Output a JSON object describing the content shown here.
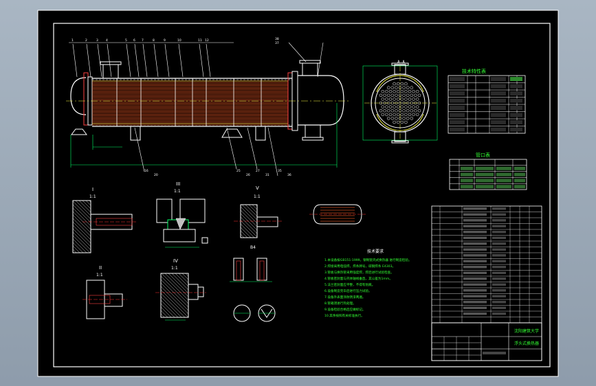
{
  "drawing": {
    "background": "#000000",
    "frame_color": "#ffffff",
    "line_color": "#ffffff",
    "tube_color": "#c84a1e",
    "dim_color": "#00ff66",
    "highlight": "#ffff44",
    "accent_red": "#ff3030",
    "text_green": "#33ff33"
  },
  "views": {
    "view_I_label": "I",
    "view_I_scale": "1:1",
    "view_II_label": "II",
    "view_II_scale": "1:1",
    "view_III_label": "III",
    "view_III_scale": "1:1",
    "view_IV_label": "IV",
    "view_IV_scale": "1:1",
    "view_V_label": "V",
    "view_V_scale": "1:1",
    "view_A_label": "A-A",
    "weld_label": "B4"
  },
  "tables": {
    "specs_title": "技术特性表",
    "nozzle_title": "管口表",
    "notes_title": "技术要求",
    "school": "沈阳建筑大学",
    "drawing_name": "浮头式换热器"
  },
  "part_numbers": {
    "top": [
      "1",
      "2",
      "3",
      "4",
      "5",
      "6",
      "7",
      "8",
      "9",
      "10",
      "11",
      "12"
    ],
    "right_top": [
      "38",
      "37"
    ],
    "bottom": [
      "16",
      "20",
      "25",
      "26",
      "27",
      "31",
      "35",
      "36"
    ]
  },
  "notes": [
    "1.本设备按GB151-1999，钢制管壳式换热器 进行制造检验。",
    "2.焊接采用电弧焊，焊条牌号，碳钢焊条 E4303。",
    "3.管板与换热管采用强度焊，焊后进行试验检查。",
    "4.管板密封面与壳体轴线垂直，其公差为1mm。",
    "5.法兰密封面应平整，不得有划痕。",
    "6.设备制造完毕后进行压力试验。",
    "7.设备外表面涂防锈漆两遍。",
    "8.管箱须进行热处理。",
    "9.设备检验合格后应做标记。",
    "10.其余按照有关标准执行。"
  ]
}
